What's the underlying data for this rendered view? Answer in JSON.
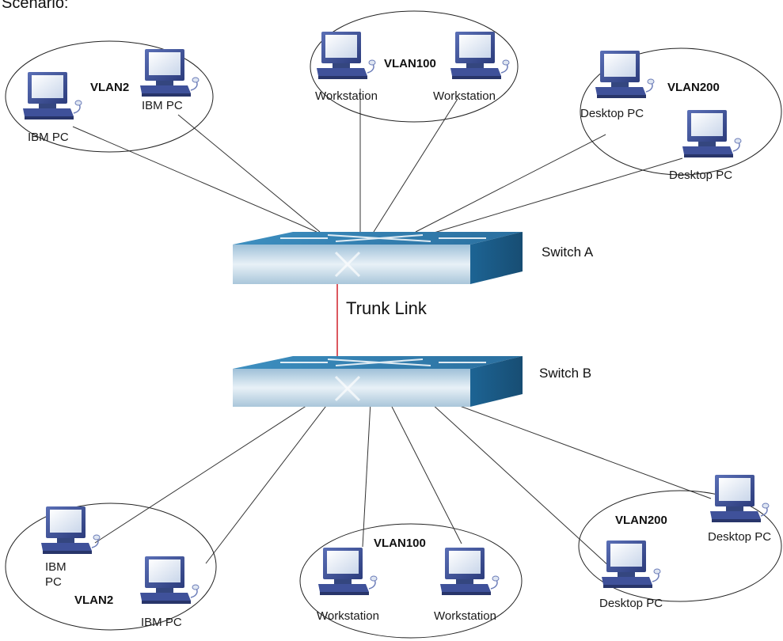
{
  "heading": "Scenario:",
  "switches": {
    "a": {
      "name": "Switch A"
    },
    "b": {
      "name": "Switch B"
    }
  },
  "trunk_label": "Trunk Link",
  "groups": {
    "top_left": {
      "vlan": "VLAN2",
      "hosts": [
        "IBM PC",
        "IBM PC"
      ]
    },
    "top_mid": {
      "vlan": "VLAN100",
      "hosts": [
        "Workstation",
        "Workstation"
      ]
    },
    "top_right": {
      "vlan": "VLAN200",
      "hosts": [
        "Desktop PC",
        "Desktop PC"
      ]
    },
    "bot_left": {
      "vlan": "VLAN2",
      "hosts": [
        "IBM\nPC",
        "IBM PC"
      ]
    },
    "bot_mid": {
      "vlan": "VLAN100",
      "hosts": [
        "Workstation",
        "Workstation"
      ]
    },
    "bot_right": {
      "vlan": "VLAN200",
      "hosts": [
        "Desktop PC",
        "Desktop PC"
      ]
    }
  },
  "colors": {
    "switch_top": "#2f7fb0",
    "switch_side": "#1c5a86",
    "switch_front": "#c8dbe8",
    "trunk_line": "#d0202a",
    "monitor": "#3a4f9a",
    "screen": "#e4ebf5"
  }
}
